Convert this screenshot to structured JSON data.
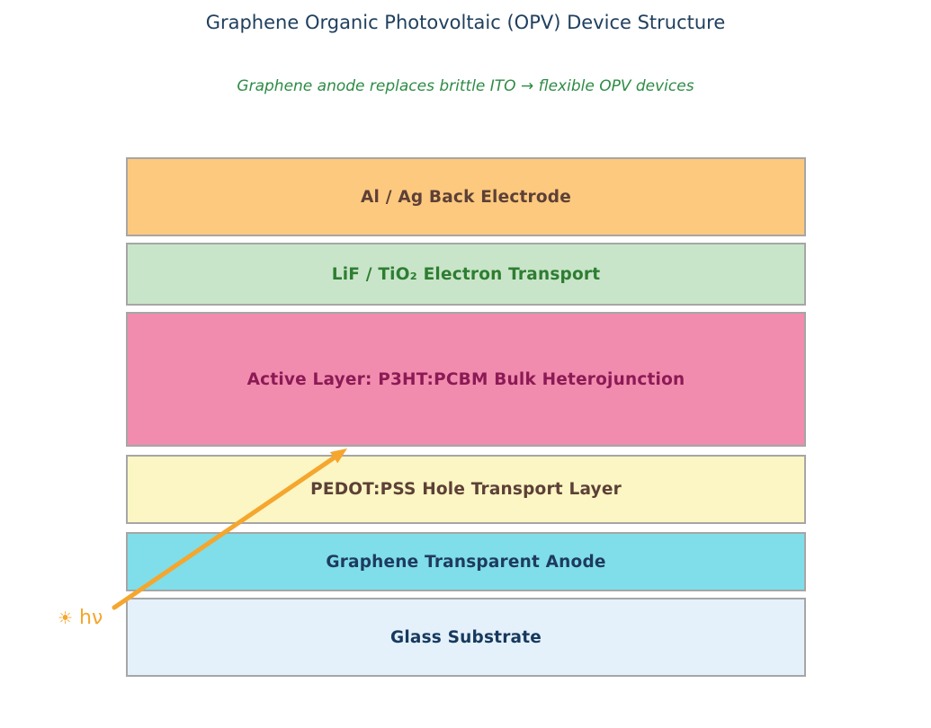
{
  "title": "Graphene Organic Photovoltaic (OPV) Device Structure",
  "subtitle": "Graphene anode replaces brittle ITO → flexible OPV devices",
  "colors": {
    "background": "#ffffff",
    "title_text": "#20405f",
    "subtitle_text": "#2e8b45",
    "layer_border": "#a6a6a6",
    "arrow": "#f5a62e"
  },
  "layers": [
    {
      "label": "Al / Ag Back Electrode",
      "fill": "#fdc97e",
      "text_color": "#5d4037"
    },
    {
      "label": "LiF / TiO₂ Electron Transport",
      "fill": "#c9e5c9",
      "text_color": "#2e7d32"
    },
    {
      "label": "Active Layer: P3HT:PCBM Bulk Heterojunction",
      "fill": "#f18cae",
      "text_color": "#8b1a55"
    },
    {
      "label": "PEDOT:PSS Hole Transport Layer",
      "fill": "#fbf6c3",
      "text_color": "#5d4037"
    },
    {
      "label": "Graphene Transparent Anode",
      "fill": "#7fdee9",
      "text_color": "#1f3a5f"
    },
    {
      "label": "Glass Substrate",
      "fill": "#e4f1fb",
      "text_color": "#17395e"
    }
  ],
  "light": {
    "icon": "sun-icon",
    "sun_glyph": "☀",
    "label": "hν"
  }
}
